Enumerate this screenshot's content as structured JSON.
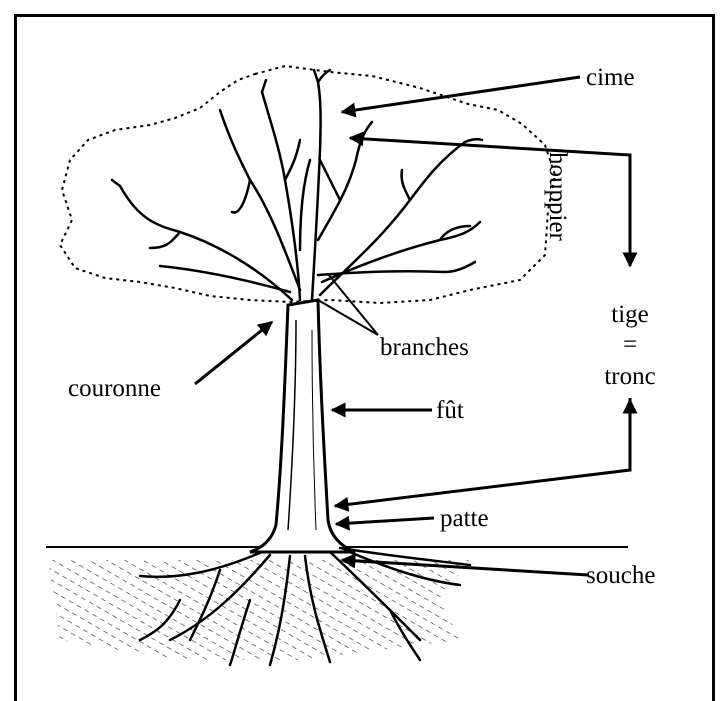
{
  "labels": {
    "cime": "cime",
    "houppier": "houppier",
    "tige": "tige",
    "equals": "=",
    "tronc": "tronc",
    "branches": "branches",
    "couronne": "couronne",
    "fut": "fût",
    "patte": "patte",
    "souche": "souche"
  }
}
